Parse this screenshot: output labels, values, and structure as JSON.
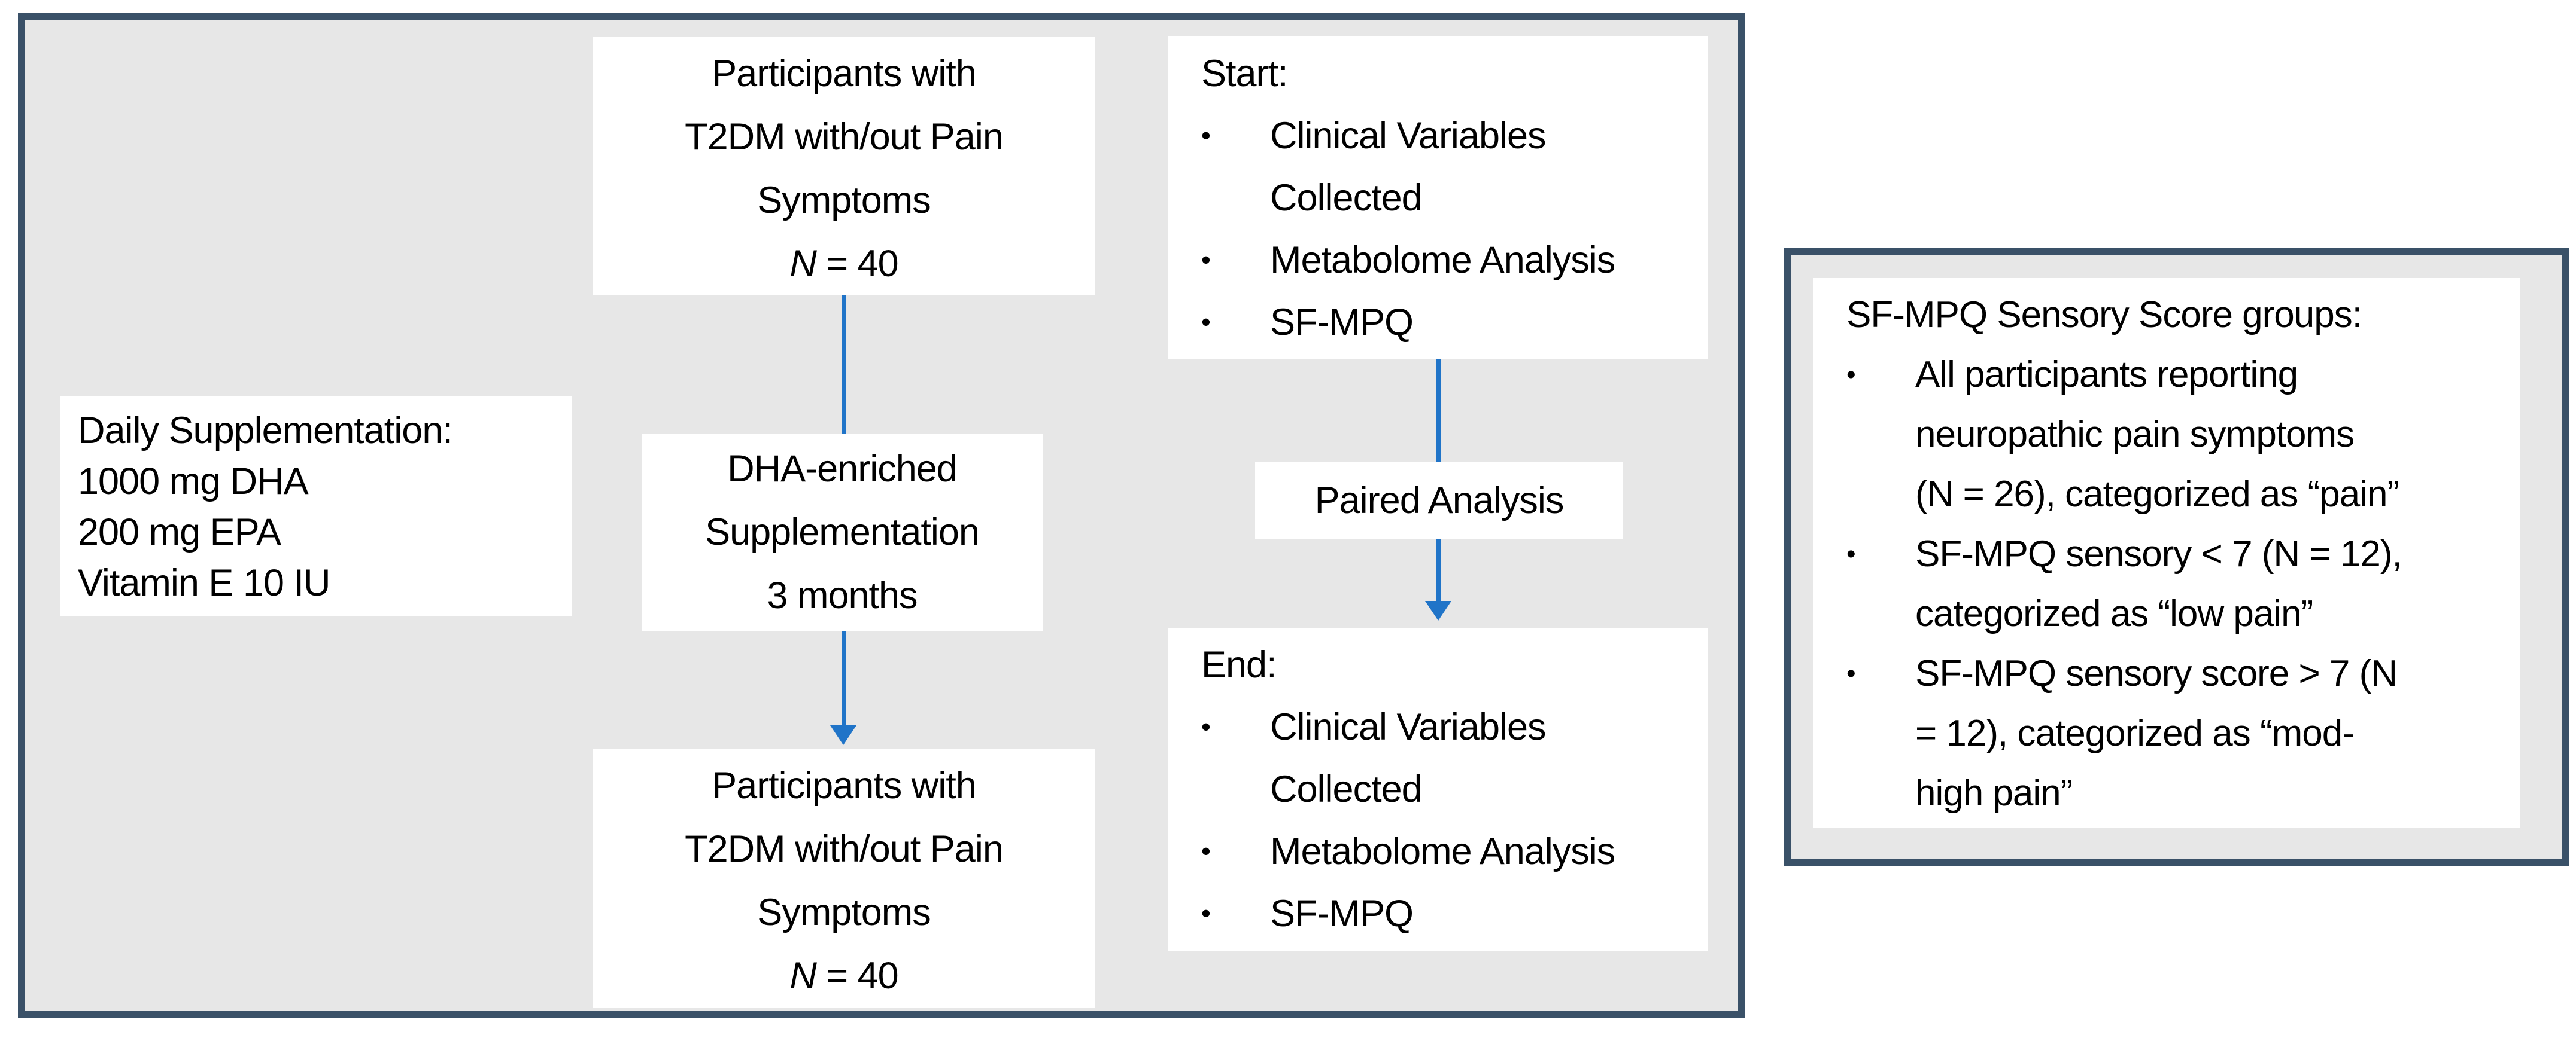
{
  "colors": {
    "border": "#3A5168",
    "panel_bg": "#E7E7E7",
    "box_bg": "#FFFFFF",
    "arrow": "#2074C8",
    "text": "#000000"
  },
  "glyphs": {
    "bullet": "•"
  },
  "flow": {
    "supplement_info": {
      "lines": [
        "Daily Supplementation:",
        "1000 mg DHA",
        "200 mg EPA",
        "Vitamin E 10 IU"
      ]
    },
    "participants_top": {
      "lines": [
        "Participants with",
        "T2DM with/out Pain",
        "Symptoms"
      ],
      "n_italic": "N",
      "n_rest": " = 40"
    },
    "dha_box": {
      "lines": [
        "DHA-enriched",
        "Supplementation",
        "3 months"
      ]
    },
    "participants_bottom": {
      "lines": [
        "Participants with",
        "T2DM with/out Pain",
        "Symptoms"
      ],
      "n_italic": "N",
      "n_rest": " = 40"
    },
    "start_box": {
      "title": "Start:",
      "bullets": [
        {
          "lines": [
            "Clinical Variables",
            "Collected"
          ]
        },
        {
          "lines": [
            "Metabolome Analysis"
          ]
        },
        {
          "lines": [
            "SF-MPQ"
          ]
        }
      ]
    },
    "paired_box": {
      "label": "Paired Analysis"
    },
    "end_box": {
      "title": "End:",
      "bullets": [
        {
          "lines": [
            "Clinical Variables",
            "Collected"
          ]
        },
        {
          "lines": [
            "Metabolome Analysis"
          ]
        },
        {
          "lines": [
            "SF-MPQ"
          ]
        }
      ]
    }
  },
  "legend": {
    "title": "SF-MPQ Sensory Score groups:",
    "bullets": [
      {
        "lines": [
          "All participants reporting",
          "neuropathic pain symptoms",
          "(N = 26), categorized as “pain”"
        ]
      },
      {
        "lines": [
          "SF-MPQ sensory < 7 (N = 12),",
          "categorized as “low pain”"
        ]
      },
      {
        "lines": [
          "SF-MPQ sensory score > 7 (N",
          "= 12), categorized as “mod-",
          "high pain”"
        ]
      }
    ]
  }
}
